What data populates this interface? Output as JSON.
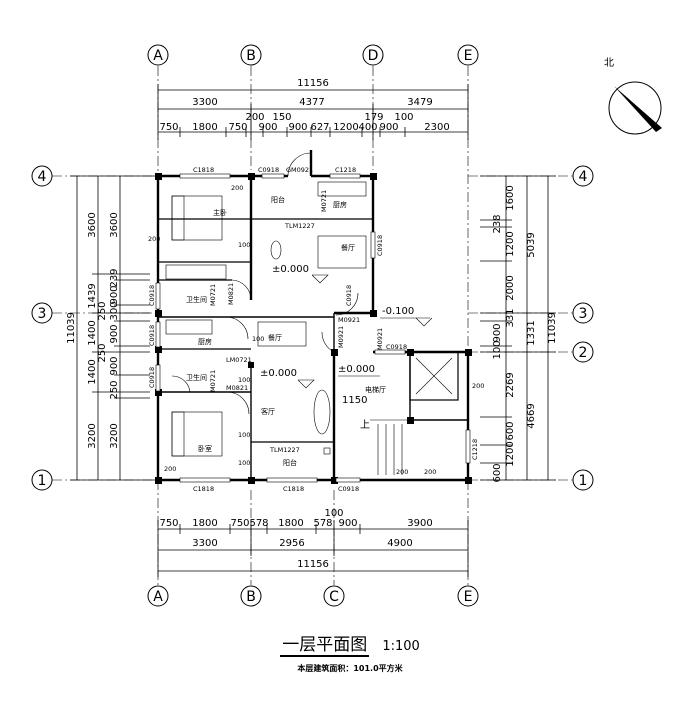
{
  "title": "一层平面图",
  "scale": "1:100",
  "area_note": "本层建筑面积：101.0平方米",
  "north": "北",
  "grid_top": [
    "A",
    "B",
    "D",
    "E"
  ],
  "grid_bottom": [
    "A",
    "B",
    "C",
    "E"
  ],
  "grid_left": [
    "4",
    "3",
    "1"
  ],
  "grid_right": [
    "4",
    "3",
    "2",
    "1"
  ],
  "dims_top": {
    "total": "11156",
    "mid": [
      "3300",
      "4377",
      "3479"
    ],
    "small": [
      "750",
      "1800",
      "750",
      "900",
      "900",
      "627",
      "1200",
      "400",
      "900",
      "2300"
    ],
    "tiny": [
      "200",
      "150",
      "179",
      "100"
    ]
  },
  "dims_bottom": {
    "total": "11156",
    "mid": [
      "3300",
      "2956",
      "4900"
    ],
    "small": [
      "750",
      "1800",
      "750",
      "578",
      "1800",
      "578",
      "900",
      "3900"
    ],
    "tiny": [
      "100"
    ]
  },
  "dims_left": {
    "total": "11039",
    "mid": [
      "3600",
      "1400",
      "1400",
      "3200"
    ],
    "small": [
      "3600",
      "1439",
      "239",
      "900",
      "250",
      "300",
      "900",
      "250",
      "900",
      "250",
      "3200"
    ]
  },
  "dims_right": {
    "total": "11039",
    "mid": [
      "5039",
      "1331",
      "4669"
    ],
    "small": [
      "1600",
      "238",
      "1200",
      "2000",
      "331",
      "900",
      "100",
      "2269",
      "600",
      "1200",
      "600"
    ]
  },
  "rooms": {
    "bed1": "主卧",
    "bed2": "卧室",
    "bath1": "卫生间",
    "bath2": "卫生间",
    "balcony1": "阳台",
    "balcony2": "阳台",
    "kitchen1": "厨房",
    "kitchen2": "厨房",
    "dining1": "餐厅",
    "dining2": "餐厅",
    "living": "客厅",
    "elevator": "电梯厅",
    "up": "上"
  },
  "levels": {
    "a": "±0.000",
    "b": "±0.000",
    "c": "±0.000",
    "d": "-0.100"
  },
  "tags": {
    "c1818_a": "C1818",
    "c0918_a": "C0918",
    "gm0921": "GM0921",
    "c1218_a": "C1218",
    "m0721_a": "M0721",
    "tlm1227_a": "TLM1227",
    "c0918_b": "C0918",
    "m0821_a": "M0821",
    "m0721_b": "M0721",
    "c0918_c": "C0918",
    "c0918_d": "C0918",
    "m0921_a": "M0921",
    "m0921_b": "M0921",
    "c0918_e": "C0918",
    "m0921_c": "M0921",
    "c0918_f": "C0918",
    "lm0721": "LM0721",
    "m0721_c": "M0721",
    "c0918_g": "C0918",
    "m0821_b": "M0821",
    "tlm1227_b": "TLM1227",
    "c1818_b": "C1818",
    "c1818_c": "C1818",
    "c0918_h": "C0918",
    "c1218_b": "C1218",
    "t1150": "1150",
    "w200_a": "200",
    "w100_a": "100",
    "w100_b": "100",
    "w200_b": "200",
    "w100_c": "100",
    "w100_d": "100",
    "w200_c": "200",
    "w200_d": "200",
    "w200_e": "200",
    "w200_f": "200",
    "w100_e": "100"
  }
}
